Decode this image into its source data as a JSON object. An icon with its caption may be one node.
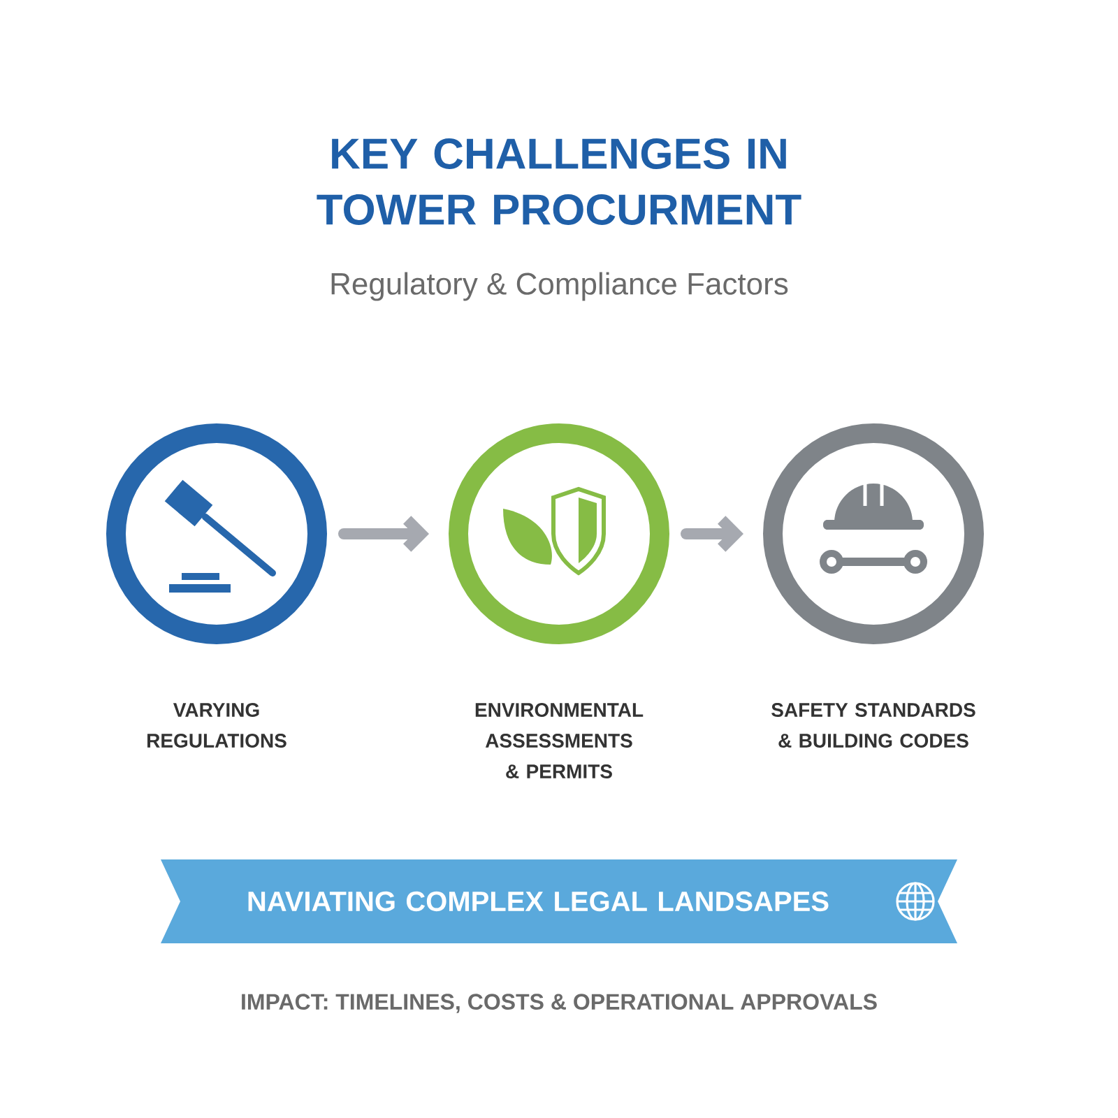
{
  "diagram": {
    "title": "KEY CHALLENGES IN TOWER PROCURMENT",
    "nodes": [
      {
        "text": [],
        "shape": "circle",
        "beside": [
          "VARYING REGULATIONS"
        ]
      },
      {
        "text": [],
        "shape": "circle",
        "beside": [
          "ENVIRONMENTAL ASSESSMENTS & PERMITS"
        ]
      },
      {
        "text": [],
        "shape": "circle",
        "beside": [
          "SAFETY STANDARDS & BUILDING CODES"
        ]
      },
      {
        "text": [
          "NAVIATING COMPLEX LEGAL LANDSAPES"
        ]
      }
    ],
    "edges": [
      {
        "from": 0,
        "to": 1,
        "arrow": "to"
      },
      {
        "from": 1,
        "to": 2,
        "arrow": "to"
      }
    ],
    "labels": [
      "Regulatory & Compliance Factors",
      "IMPACT: TIMELINES, COSTS & OPERATIONAL APPROVALS"
    ]
  }
}
